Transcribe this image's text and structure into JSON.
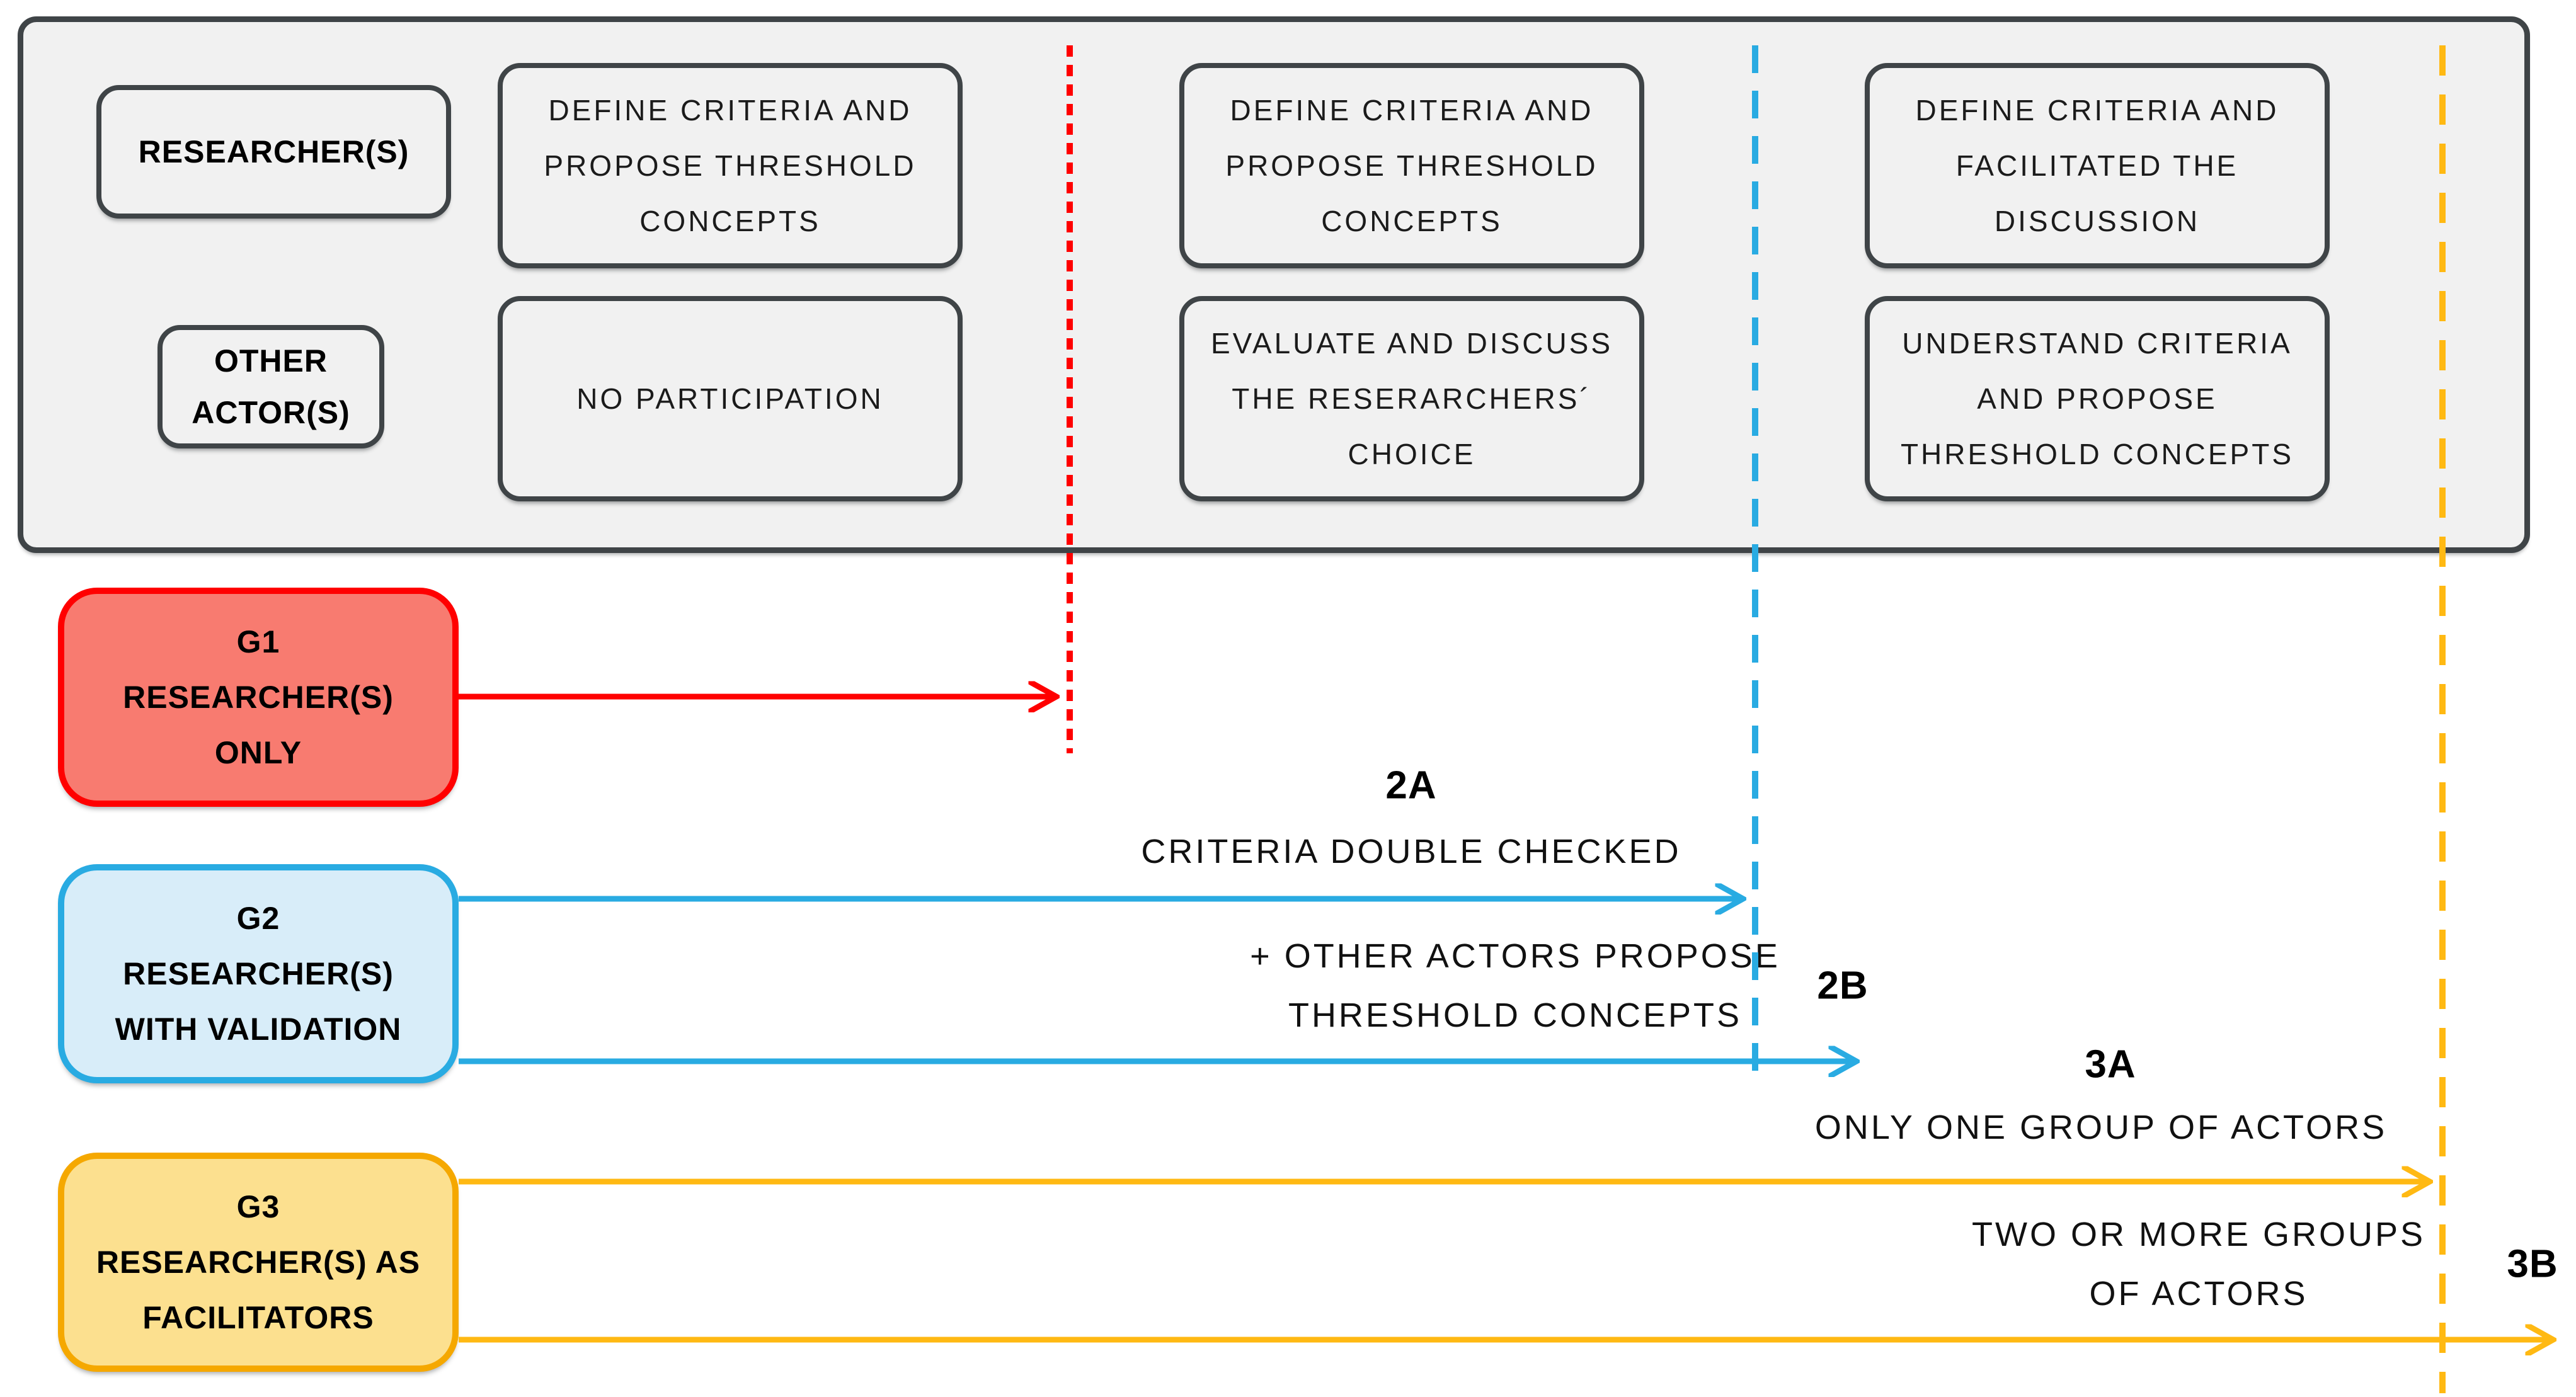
{
  "palette": {
    "red": "#FF0000",
    "red_fill": "#F87B70",
    "blue": "#29ABE2",
    "blue_fill": "#D8EDF9",
    "yellow": "#FFB913",
    "yellow_fill": "#FCE08F",
    "yellow_border": "#F5A800",
    "ink": "#1B1B1B",
    "box_border": "#3F4447",
    "panel_fill": "#F1F1F1",
    "page_bg": "#FFFFFF"
  },
  "matrix": {
    "row_headers": {
      "researchers": "RESEARCHER(S)",
      "other_actors": "OTHER ACTOR(S)"
    },
    "columns": [
      {
        "researcher": "DEFINE CRITERIA AND PROPOSE THRESHOLD CONCEPTS",
        "other": "NO PARTICIPATION"
      },
      {
        "researcher": "DEFINE CRITERIA AND PROPOSE THRESHOLD CONCEPTS",
        "other": "EVALUATE AND DISCUSS THE RESERARCHERS´ CHOICE"
      },
      {
        "researcher": "DEFINE CRITERIA AND FACILITATED THE DISCUSSION",
        "other": "UNDERSTAND CRITERIA AND PROPOSE THRESHOLD CONCEPTS"
      }
    ]
  },
  "groups": [
    {
      "id": "G1",
      "role": "RESEARCHER(S) ONLY"
    },
    {
      "id": "G2",
      "role": "RESEARCHER(S) WITH VALIDATION"
    },
    {
      "id": "G3",
      "role": "RESEARCHER(S) AS FACILITATORS"
    }
  ],
  "annotations": {
    "a2_tag": "2A",
    "a2_text": "CRITERIA DOUBLE CHECKED",
    "b2_tag": "2B",
    "b2_text": "+ OTHER ACTORS PROPOSE THRESHOLD CONCEPTS",
    "a3_tag": "3A",
    "a3_text": "ONLY ONE GROUP OF ACTORS",
    "b3_tag": "3B",
    "b3_text": "TWO OR MORE GROUPS OF ACTORS"
  }
}
